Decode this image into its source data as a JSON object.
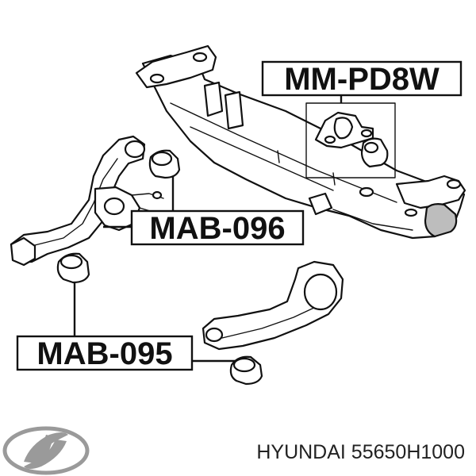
{
  "labels": {
    "top_right": "MM-PD8W",
    "middle": "MAB-096",
    "bottom_left": "MAB-095"
  },
  "footer": {
    "brand_logo": "hyundai-logo-icon",
    "part_text": "HYUNDAI 55650H1000"
  }
}
